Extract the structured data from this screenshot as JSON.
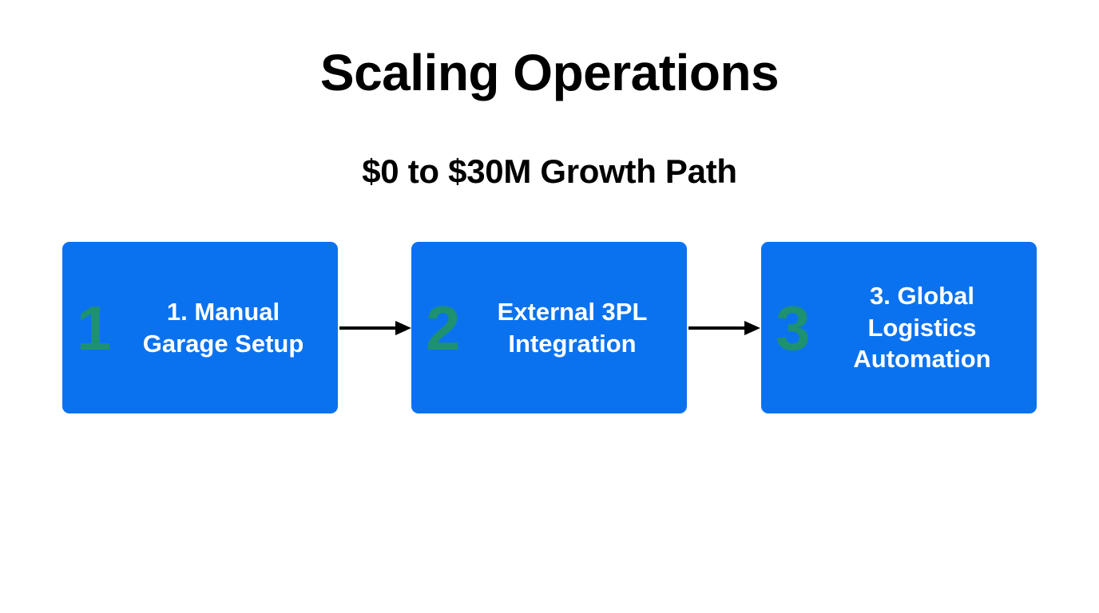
{
  "header": {
    "title": "Scaling Operations",
    "subtitle": "$0 to $30M Growth Path"
  },
  "colors": {
    "background": "#FFFFFF",
    "card_fill": "#0B72EF",
    "number_accent": "#1E9170",
    "card_text": "#FFFFFF",
    "heading_text": "#000000",
    "arrow": "#000000"
  },
  "diagram": {
    "type": "horizontal-process-flow",
    "orientation": "left-to-right",
    "steps": [
      {
        "number": "1",
        "label": "1. Manual Garage Setup"
      },
      {
        "number": "2",
        "label": "External 3PL Integration"
      },
      {
        "number": "3",
        "label": "3. Global Logistics Automation"
      }
    ],
    "connectors": [
      {
        "icon": "arrow-right-icon",
        "from": "1",
        "to": "2"
      },
      {
        "icon": "arrow-right-icon",
        "from": "2",
        "to": "3"
      }
    ]
  }
}
